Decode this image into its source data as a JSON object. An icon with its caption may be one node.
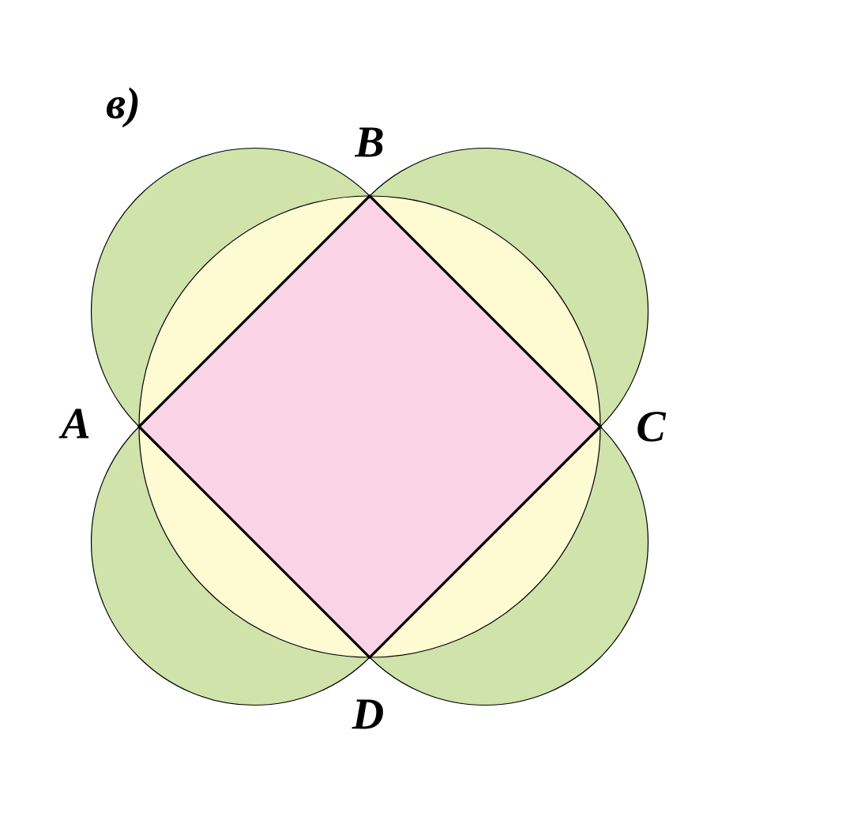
{
  "diagram": {
    "labels": [
      "в)",
      "B",
      "A",
      "C",
      "D"
    ]
  }
}
